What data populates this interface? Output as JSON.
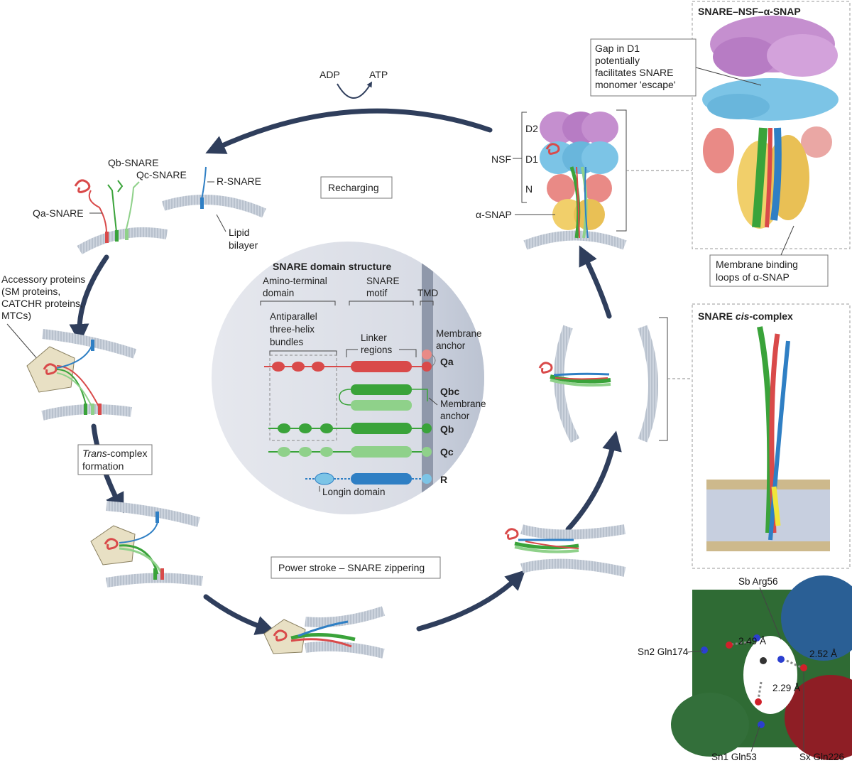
{
  "cycle": {
    "adp": "ADP",
    "atp": "ATP",
    "recharging": "Recharging",
    "power_stroke": "Power stroke – SNARE zippering",
    "trans_complex_line1": "Trans",
    "trans_complex_line1_rest": "-complex",
    "trans_complex_line2": "formation",
    "qa_snare": "Qa-SNARE",
    "qb_snare": "Qb-SNARE",
    "qc_snare": "Qc-SNARE",
    "r_snare": "R-SNARE",
    "lipid": "Lipid",
    "bilayer": "bilayer",
    "accessory": [
      "Accessory proteins",
      "(SM proteins,",
      "CATCHR proteins,",
      "MTCs)"
    ],
    "nsf": "NSF",
    "d2": "D2",
    "d1": "D1",
    "n": "N",
    "alpha_snap": "α-SNAP"
  },
  "domain": {
    "title": "SNARE domain structure",
    "amino_terminal": [
      "Amino-terminal",
      "domain"
    ],
    "snare_motif": [
      "SNARE",
      "motif"
    ],
    "tmd": "TMD",
    "antiparallel": [
      "Antiparallel",
      "three-helix",
      "bundles"
    ],
    "linker": [
      "Linker",
      "regions"
    ],
    "membrane_anchor_1": [
      "Membrane",
      "anchor"
    ],
    "membrane_anchor_2": [
      "Membrane",
      "anchor"
    ],
    "longin": "Longin domain",
    "rows": [
      "Qa",
      "Qbc",
      "Qb",
      "Qc",
      "R"
    ]
  },
  "panels": {
    "nsf_title": "SNARE–NSF–α-SNAP",
    "gap_note": [
      "Gap in D1",
      "potentially",
      "facilitates SNARE",
      "monomer 'escape'"
    ],
    "membrane_loops": [
      "Membrane binding",
      "loops of α-SNAP"
    ],
    "cis_title_1": "SNARE ",
    "cis_title_2": "cis",
    "cis_title_3": "-complex",
    "sb_arg56": "Sb Arg56",
    "sn2_gln174": "Sn2 Gln174",
    "sn1_gln53": "Sn1 Gln53",
    "sx_gln226": "Sx Gln226",
    "d249": "2.49 Å",
    "d252": "2.52 Å",
    "d229": "2.29 Å"
  },
  "colors": {
    "arrow": "#2f3e5c",
    "qa": "#d94a4a",
    "qb": "#3aa33a",
    "qc": "#8fd18a",
    "r": "#2f7fc4",
    "membrane": "#b9c2d0",
    "d2": "#c58fcf",
    "d1": "#7cc4e6",
    "n_domain": "#e98a86",
    "snap": "#f1cf6a",
    "sm_protein": "#e8e0c4"
  }
}
